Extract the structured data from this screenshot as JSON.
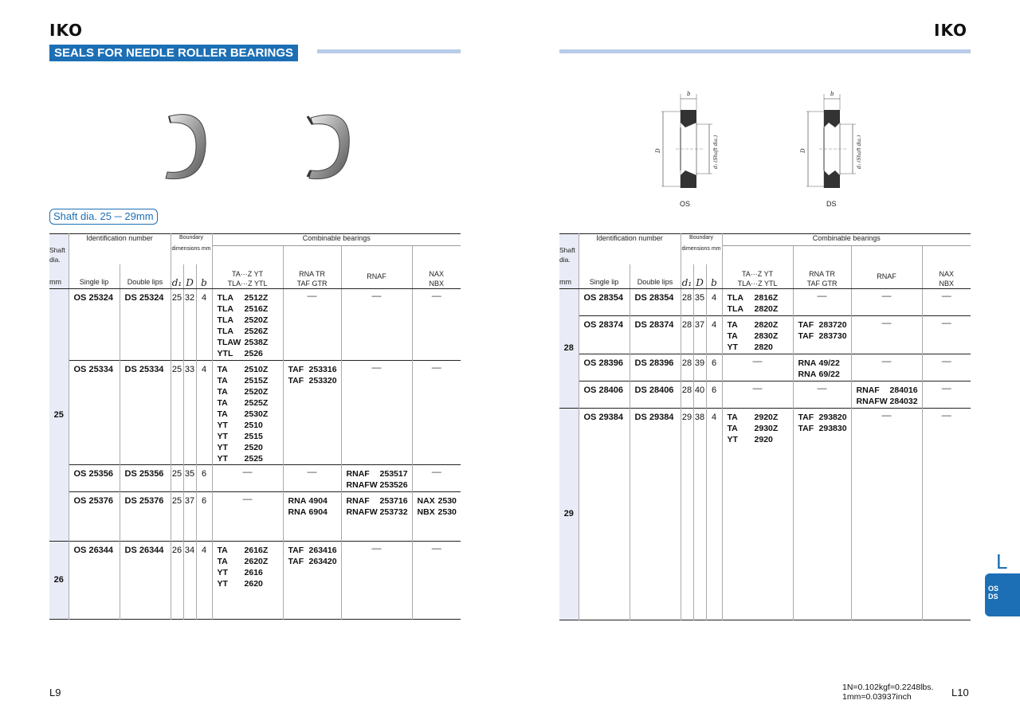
{
  "left_page": {
    "logo": "IKO",
    "title": "SEALS FOR NEEDLE ROLLER BEARINGS",
    "shaft_range": "Shaft dia. 25 ─ 29mm",
    "page_number": "L9"
  },
  "right_page": {
    "logo": "IKO",
    "page_number": "L10",
    "units_note": [
      "1N=0.102kgf=0.2248lbs.",
      "1mm=0.03937inch"
    ],
    "side_tab_letter": "L",
    "side_tab_items": [
      "OS",
      "DS"
    ],
    "diagram": {
      "labels": [
        "OS",
        "DS"
      ],
      "dim_b": "b",
      "dim_D": "D",
      "dim_d1": "d₁ (Shaft dia.)"
    }
  },
  "table_headers": {
    "shaft_dia": [
      "Shaft",
      "dia."
    ],
    "mm": "mm",
    "identification_number": "Identification number",
    "single_lip": "Single lip",
    "double_lips": "Double lips",
    "boundary": [
      "Boundary",
      "dimensions mm"
    ],
    "d1": "d₁",
    "D": "D",
    "b": "b",
    "combinable_bearings": "Combinable bearings",
    "col_ta": [
      "TA···Z  YT",
      "TLA···Z YTL"
    ],
    "col_rna": [
      "RNA  TR",
      "TAF  GTR"
    ],
    "col_rnaf": "RNAF",
    "col_nax": [
      "NAX",
      "NBX"
    ],
    "dash": "—"
  },
  "left_rows": [
    {
      "shaft": "25",
      "single": "OS 25324",
      "double": "DS 25324",
      "d1": "25",
      "D": "32",
      "b": "4",
      "ta": [
        [
          "TLA",
          "2512Z"
        ],
        [
          "TLA",
          "2516Z"
        ],
        [
          "TLA",
          "2520Z"
        ],
        [
          "TLA",
          "2526Z"
        ],
        [
          "TLAW",
          "2538Z"
        ],
        [
          "YTL",
          "2526"
        ]
      ],
      "rna": [],
      "rnaf": [],
      "nax": []
    },
    {
      "shaft": "",
      "single": "OS 25334",
      "double": "DS 25334",
      "d1": "25",
      "D": "33",
      "b": "4",
      "ta": [
        [
          "TA",
          "2510Z"
        ],
        [
          "TA",
          "2515Z"
        ],
        [
          "TA",
          "2520Z"
        ],
        [
          "TA",
          "2525Z"
        ],
        [
          "TA",
          "2530Z"
        ],
        [
          "YT",
          "2510"
        ],
        [
          "YT",
          "2515"
        ],
        [
          "YT",
          "2520"
        ],
        [
          "YT",
          "2525"
        ]
      ],
      "rna": [
        [
          "TAF",
          "253316"
        ],
        [
          "TAF",
          "253320"
        ]
      ],
      "rnaf": [],
      "nax": []
    },
    {
      "shaft": "",
      "single": "OS 25356",
      "double": "DS 25356",
      "d1": "25",
      "D": "35",
      "b": "6",
      "ta": [],
      "rna": [],
      "rnaf": [
        [
          "RNAF",
          "253517"
        ],
        [
          "RNAFW",
          "253526"
        ]
      ],
      "nax": []
    },
    {
      "shaft": "",
      "single": "OS 25376",
      "double": "DS 25376",
      "d1": "25",
      "D": "37",
      "b": "6",
      "ta": [],
      "rna": [
        [
          "RNA",
          "4904"
        ],
        [
          "RNA",
          "6904"
        ]
      ],
      "rnaf": [
        [
          "RNAF",
          "253716"
        ],
        [
          "RNAFW",
          "253732"
        ]
      ],
      "nax": [
        [
          "NAX",
          "2530"
        ],
        [
          "NBX",
          "2530"
        ]
      ]
    },
    {
      "shaft": "26",
      "single": "OS 26344",
      "double": "DS 26344",
      "d1": "26",
      "D": "34",
      "b": "4",
      "ta": [
        [
          "TA",
          "2616Z"
        ],
        [
          "TA",
          "2620Z"
        ],
        [
          "YT",
          "2616"
        ],
        [
          "YT",
          "2620"
        ]
      ],
      "rna": [
        [
          "TAF",
          "263416"
        ],
        [
          "TAF",
          "263420"
        ]
      ],
      "rnaf": [],
      "nax": []
    }
  ],
  "right_rows": [
    {
      "shaft": "28",
      "single": "OS 28354",
      "double": "DS 28354",
      "d1": "28",
      "D": "35",
      "b": "4",
      "ta": [
        [
          "TLA",
          "2816Z"
        ],
        [
          "TLA",
          "2820Z"
        ]
      ],
      "rna": [],
      "rnaf": [],
      "nax": []
    },
    {
      "shaft": "",
      "single": "OS 28374",
      "double": "DS 28374",
      "d1": "28",
      "D": "37",
      "b": "4",
      "ta": [
        [
          "TA",
          "2820Z"
        ],
        [
          "TA",
          "2830Z"
        ],
        [
          "YT",
          "2820"
        ]
      ],
      "rna": [
        [
          "TAF",
          "283720"
        ],
        [
          "TAF",
          "283730"
        ]
      ],
      "rnaf": [],
      "nax": []
    },
    {
      "shaft": "",
      "single": "OS 28396",
      "double": "DS 28396",
      "d1": "28",
      "D": "39",
      "b": "6",
      "ta": [],
      "rna": [
        [
          "RNA",
          "49/22"
        ],
        [
          "RNA",
          "69/22"
        ]
      ],
      "rnaf": [],
      "nax": []
    },
    {
      "shaft": "",
      "single": "OS 28406",
      "double": "DS 28406",
      "d1": "28",
      "D": "40",
      "b": "6",
      "ta": [],
      "rna": [],
      "rnaf": [
        [
          "RNAF",
          "284016"
        ],
        [
          "RNAFW",
          "284032"
        ]
      ],
      "nax": []
    },
    {
      "shaft": "29",
      "single": "OS 29384",
      "double": "DS 29384",
      "d1": "29",
      "D": "38",
      "b": "4",
      "ta": [
        [
          "TA",
          "2920Z"
        ],
        [
          "TA",
          "2930Z"
        ],
        [
          "YT",
          "2920"
        ]
      ],
      "rna": [
        [
          "TAF",
          "293820"
        ],
        [
          "TAF",
          "293830"
        ]
      ],
      "rnaf": [],
      "nax": []
    }
  ]
}
